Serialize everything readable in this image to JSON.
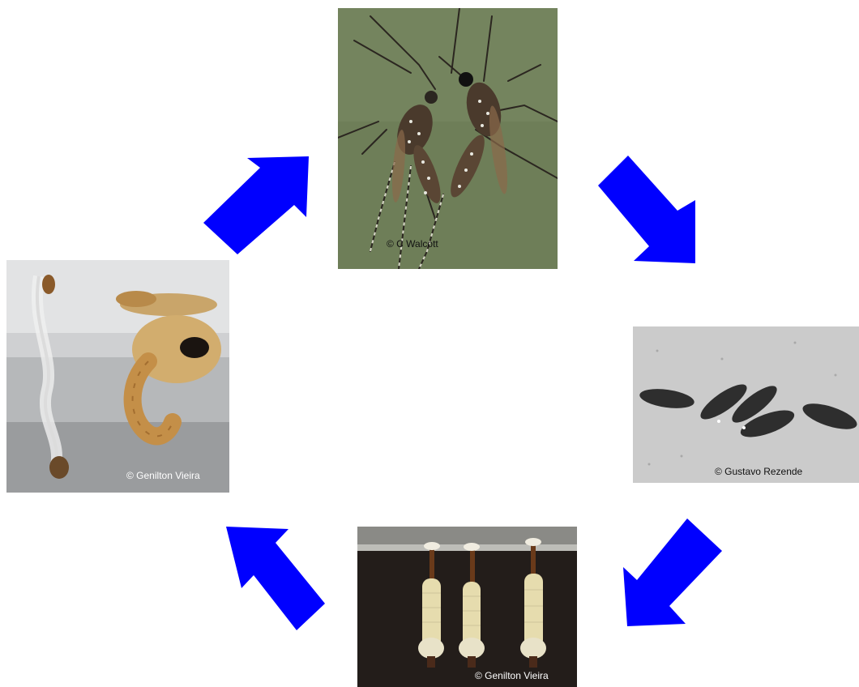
{
  "stages": {
    "adult": {
      "credit": "© C Walcott"
    },
    "eggs": {
      "credit": "© Gustavo Rezende"
    },
    "larvae": {
      "credit": "© Genilton Vieira"
    },
    "pupa": {
      "credit": "© Genilton Vieira"
    }
  },
  "arrows": {
    "color": "#0000ff",
    "count": 4
  }
}
